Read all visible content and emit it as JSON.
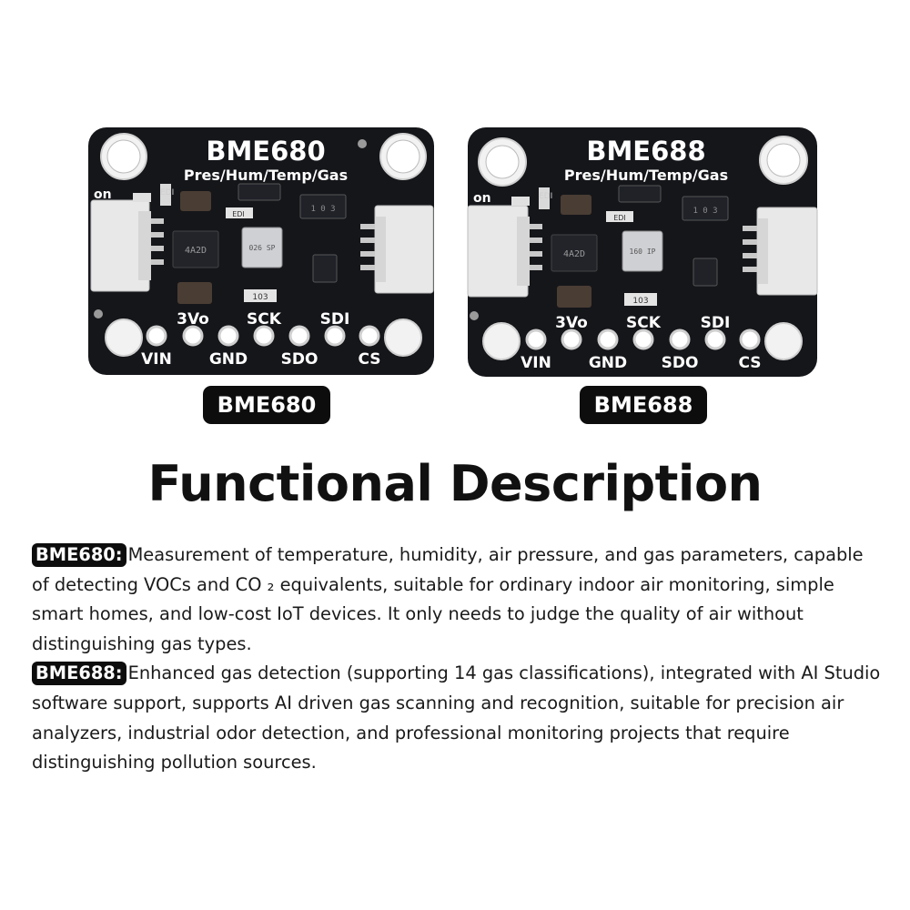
{
  "boards": [
    {
      "title": "BME680",
      "subtitle": "Pres/Hum/Temp/Gas",
      "on_label": "on",
      "silk_chip": "4A2D",
      "silk_res": "103",
      "silk_res2": "1 0 3",
      "silk_edi": "EDI",
      "sensor_mark": "026 SP",
      "pins_top": [
        "3Vo",
        "SCK",
        "SDI"
      ],
      "pins_bottom": [
        "VIN",
        "GND",
        "SDO",
        "CS"
      ],
      "caption": "BME680"
    },
    {
      "title": "BME688",
      "subtitle": "Pres/Hum/Temp/Gas",
      "on_label": "on",
      "silk_chip": "4A2D",
      "silk_res": "103",
      "silk_res2": "1 0 3",
      "silk_edi": "EDI",
      "sensor_mark": "160 IP",
      "pins_top": [
        "3Vo",
        "SCK",
        "SDI"
      ],
      "pins_bottom": [
        "VIN",
        "GND",
        "SDO",
        "CS"
      ],
      "caption": "BME688"
    }
  ],
  "heading": "Functional Description",
  "descriptions": [
    {
      "tag": "BME680:",
      "text": "Measurement of temperature, humidity, air pressure, and gas parameters, capable of detecting VOCs and CO ₂ equivalents, suitable for ordinary indoor air monitoring, simple smart homes, and low-cost IoT devices. It only needs to judge the quality of air without distinguishing gas types."
    },
    {
      "tag": "BME688:",
      "text": "Enhanced gas detection (supporting 14 gas classifications), integrated with AI Studio software support, supports AI driven gas scanning and recognition, suitable for precision air analyzers, industrial odor detection, and professional monitoring projects that require distinguishing pollution sources."
    }
  ]
}
